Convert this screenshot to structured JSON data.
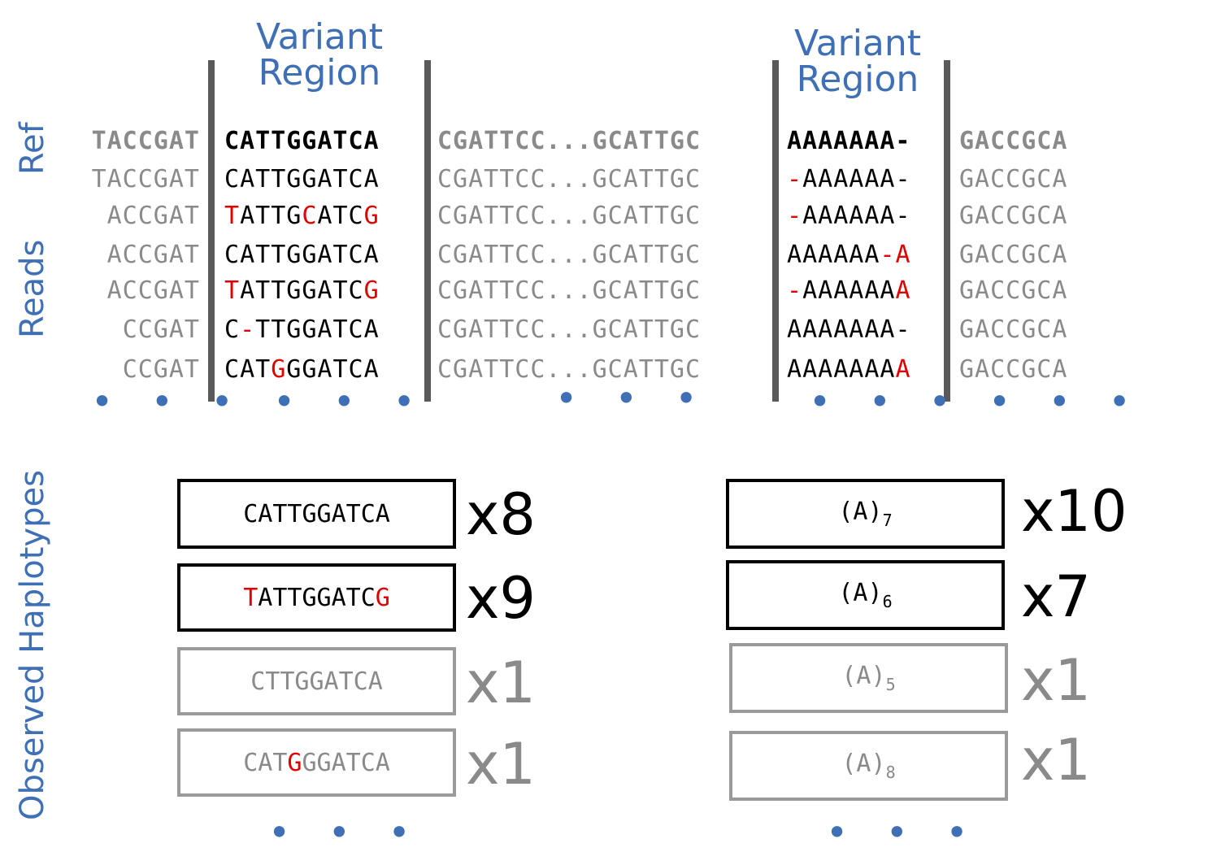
{
  "titles": {
    "variant_region_1": "Variant Region",
    "variant_region_2": "Variant Region"
  },
  "side_labels": {
    "ref": "Ref",
    "reads": "Reads",
    "observed": "Observed Haplotypes"
  },
  "ref_row": {
    "flank_left": "TACCGAT",
    "region1": "CATTGGATCA",
    "middle": "CGATTCC...GCATTGC",
    "region2": "AAAAAAA-",
    "flank_right": "GACCGCA"
  },
  "reads": [
    {
      "flank_left": "TACCGAT",
      "region1": "CATTGGATCA",
      "middle": "CGATTCC...GCATTGC",
      "region2": "-AAAAAA-",
      "flank_right": "GACCGCA"
    },
    {
      "flank_left": "ACCGAT",
      "region1": "TATTGCATCG",
      "middle": "CGATTCC...GCATTGC",
      "region2": "-AAAAAA-",
      "flank_right": "GACCGCA"
    },
    {
      "flank_left": "ACCGAT",
      "region1": "CATTGGATCA",
      "middle": "CGATTCC...GCATTGC",
      "region2": "AAAAAA-A",
      "flank_right": "GACCGCA"
    },
    {
      "flank_left": "ACCGAT",
      "region1": "TATTGGATCG",
      "middle": "CGATTCC...GCATTGC",
      "region2": "-AAAAAAA",
      "flank_right": "GACCGCA"
    },
    {
      "flank_left": "CCGAT",
      "region1": "C-TTGGATCA",
      "middle": "CGATTCC...GCATTGC",
      "region2": "AAAAAAA-",
      "flank_right": "GACCGCA"
    },
    {
      "flank_left": "CCGAT",
      "region1": "CATGGGATCA",
      "middle": "CGATTCC...GCATTGC",
      "region2": "AAAAAAAA",
      "flank_right": "GACCGCA"
    }
  ],
  "ellipsis": "• • •",
  "haplotypes_left": [
    {
      "seq": "CATTGGATCA",
      "count": "x8"
    },
    {
      "seq": "TATTGGATCG",
      "count": "x9"
    },
    {
      "seq": "CTTGGATCA",
      "count": "x1"
    },
    {
      "seq": "CATGGGATCA",
      "count": "x1"
    }
  ],
  "haplotypes_right": [
    {
      "base": "(A)",
      "sub": "7",
      "count": "x10"
    },
    {
      "base": "(A)",
      "sub": "6",
      "count": "x7"
    },
    {
      "base": "(A)",
      "sub": "5",
      "count": "x1"
    },
    {
      "base": "(A)",
      "sub": "8",
      "count": "x1"
    }
  ],
  "colors": {
    "accent_blue": "#3f6fb5",
    "mismatch_red": "#e00000",
    "muted_grey": "#8a8a8a",
    "divider": "#5a5a5a"
  }
}
